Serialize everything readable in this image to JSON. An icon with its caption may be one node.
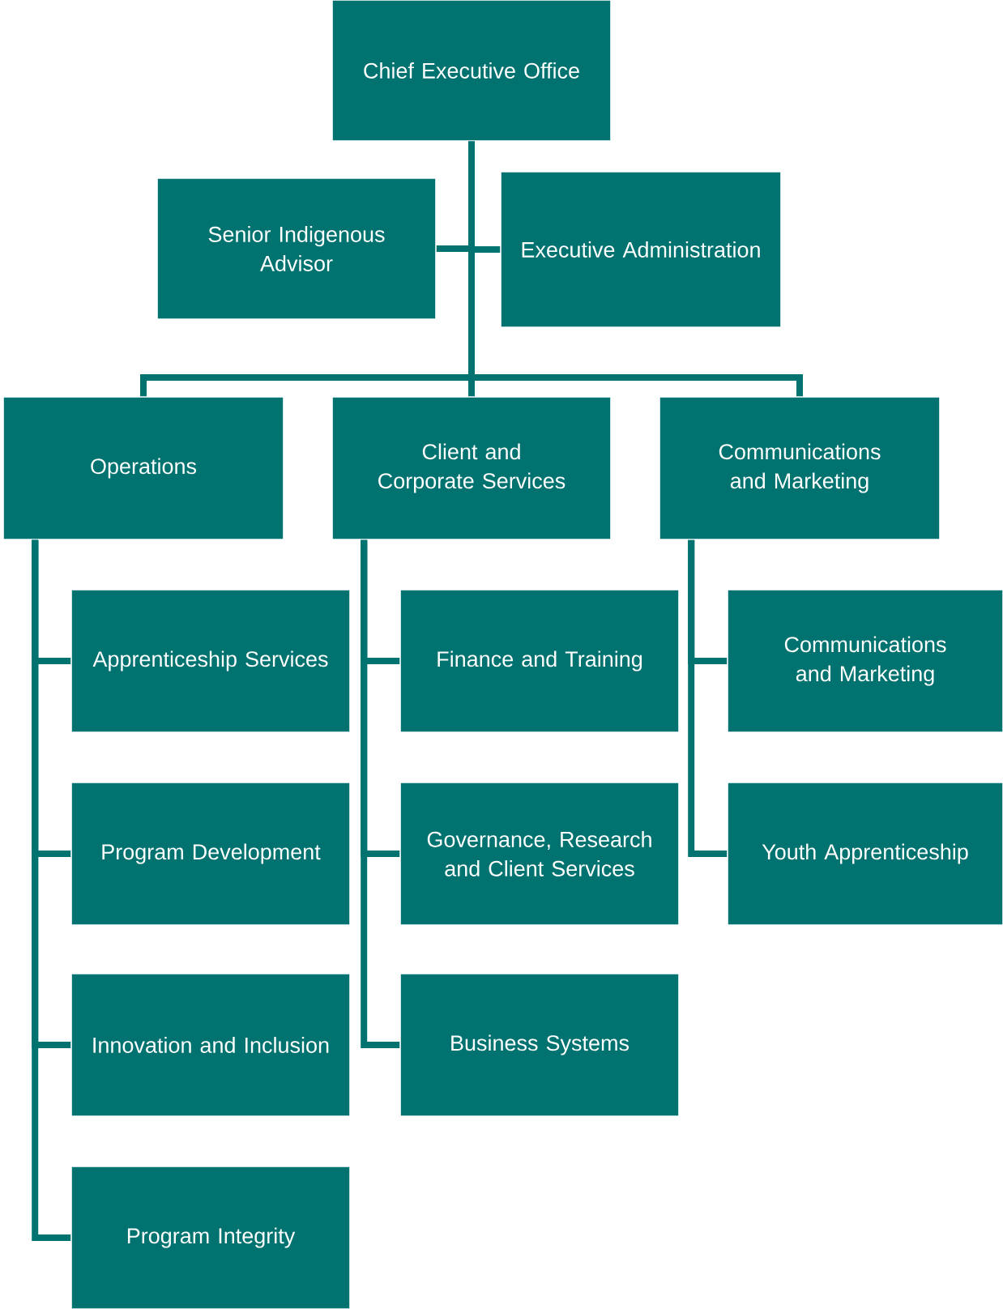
{
  "diagram": {
    "nodes": [
      {
        "text": [
          "Chief Executive Office"
        ]
      },
      {
        "text": [
          "Senior Indigenous Advisor"
        ]
      },
      {
        "text": [
          "Executive Administration"
        ]
      },
      {
        "text": [
          "Operations"
        ]
      },
      {
        "text": [
          "Client and Corporate Services"
        ]
      },
      {
        "text": [
          "Communications and Marketing"
        ]
      },
      {
        "text": [
          "Apprenticeship Services"
        ]
      },
      {
        "text": [
          "Program Development"
        ]
      },
      {
        "text": [
          "Innovation and Inclusion"
        ]
      },
      {
        "text": [
          "Program Integrity"
        ]
      },
      {
        "text": [
          "Finance and Training"
        ]
      },
      {
        "text": [
          "Governance, Research and Client Services"
        ]
      },
      {
        "text": [
          "Business Systems"
        ]
      },
      {
        "text": [
          "Communications and Marketing"
        ]
      },
      {
        "text": [
          "Youth Apprenticeship"
        ]
      }
    ],
    "edges": [
      {
        "from": 0,
        "to": 1,
        "arrow": "none"
      },
      {
        "from": 0,
        "to": 2,
        "arrow": "none"
      },
      {
        "from": 0,
        "to": 3,
        "arrow": "none"
      },
      {
        "from": 0,
        "to": 4,
        "arrow": "none"
      },
      {
        "from": 0,
        "to": 5,
        "arrow": "none"
      },
      {
        "from": 3,
        "to": 6,
        "arrow": "none"
      },
      {
        "from": 3,
        "to": 7,
        "arrow": "none"
      },
      {
        "from": 3,
        "to": 8,
        "arrow": "none"
      },
      {
        "from": 3,
        "to": 9,
        "arrow": "none"
      },
      {
        "from": 4,
        "to": 10,
        "arrow": "none"
      },
      {
        "from": 4,
        "to": 11,
        "arrow": "none"
      },
      {
        "from": 4,
        "to": 12,
        "arrow": "none"
      },
      {
        "from": 5,
        "to": 13,
        "arrow": "none"
      },
      {
        "from": 5,
        "to": 14,
        "arrow": "none"
      }
    ]
  }
}
